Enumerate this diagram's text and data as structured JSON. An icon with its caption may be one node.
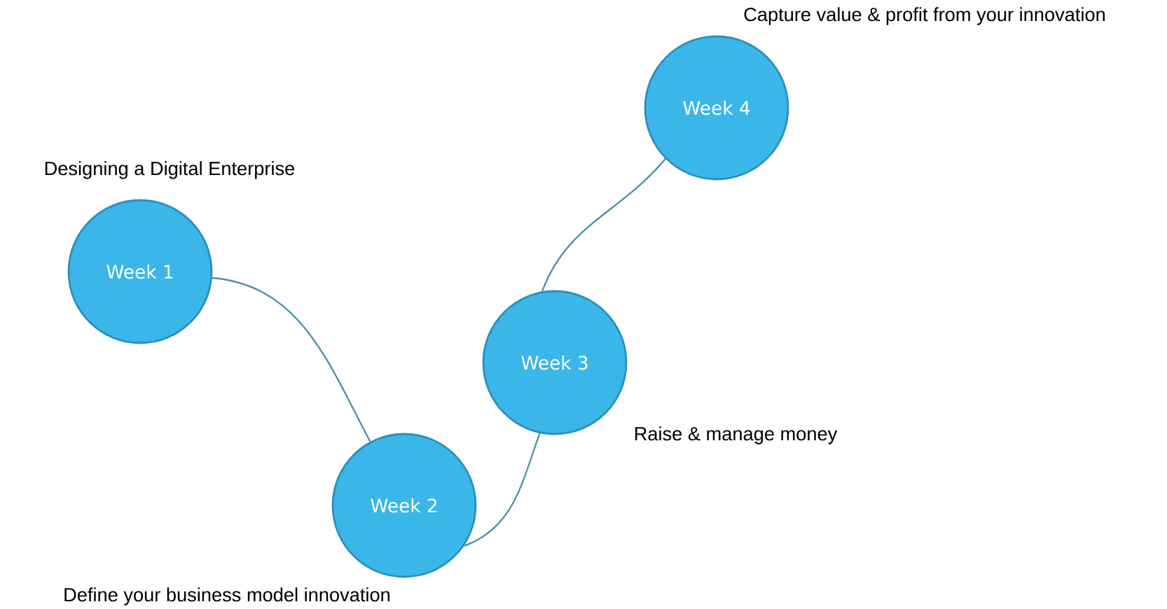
{
  "diagram": {
    "nodes": [
      {
        "text": [
          "Week 1"
        ],
        "beside": [
          "Designing a Digital Enterprise"
        ]
      },
      {
        "text": [
          "Week 2"
        ],
        "beside": [
          "Define your business model innovation"
        ]
      },
      {
        "text": [
          "Week 3"
        ],
        "beside": [
          "Raise & manage money"
        ]
      },
      {
        "text": [
          "Week 4"
        ],
        "beside": [
          "Capture value & profit from your innovation"
        ]
      }
    ],
    "edges": [
      {
        "from": 0,
        "to": 1,
        "arrow": "none"
      },
      {
        "from": 1,
        "to": 2,
        "arrow": "none"
      },
      {
        "from": 2,
        "to": 3,
        "arrow": "none"
      }
    ]
  }
}
